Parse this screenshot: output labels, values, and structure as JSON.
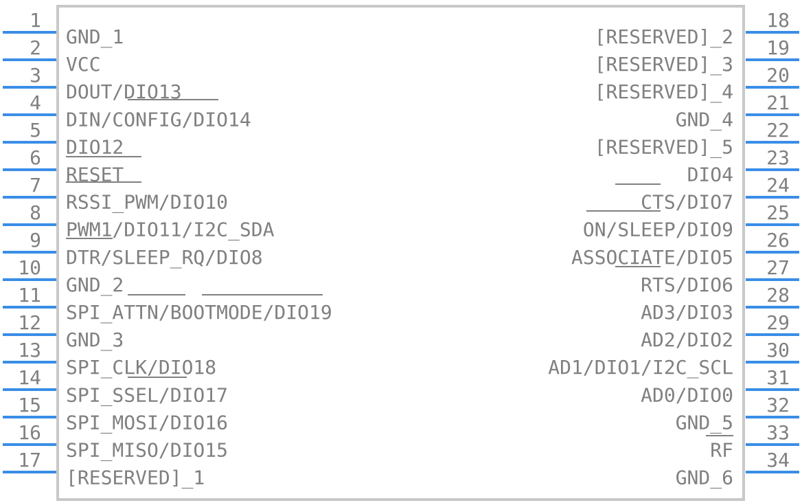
{
  "colors": {
    "pin": "#3a8ee6",
    "body_stroke": "#c8c8c8",
    "text": "#808080",
    "background": "#ffffff"
  },
  "left_pins": [
    {
      "number": "1",
      "label": "GND_1"
    },
    {
      "number": "2",
      "label": "VCC"
    },
    {
      "number": "3",
      "label": "DOUT/DIO13"
    },
    {
      "number": "4",
      "label": "DIN/CONFIG/DIO14"
    },
    {
      "number": "5",
      "label": "DIO12"
    },
    {
      "number": "6",
      "label": "RESET"
    },
    {
      "number": "7",
      "label": "RSSI_PWM/DIO10"
    },
    {
      "number": "8",
      "label": "PWM1/DIO11/I2C_SDA"
    },
    {
      "number": "9",
      "label": "DTR/SLEEP_RQ/DIO8"
    },
    {
      "number": "10",
      "label": "GND_2"
    },
    {
      "number": "11",
      "label": "SPI_ATTN/BOOTMODE/DIO19"
    },
    {
      "number": "12",
      "label": "GND_3"
    },
    {
      "number": "13",
      "label": "SPI_CLK/DIO18"
    },
    {
      "number": "14",
      "label": "SPI_SSEL/DIO17"
    },
    {
      "number": "15",
      "label": "SPI_MOSI/DIO16"
    },
    {
      "number": "16",
      "label": "SPI_MISO/DIO15"
    },
    {
      "number": "17",
      "label": "[RESERVED]_1"
    }
  ],
  "right_pins": [
    {
      "number": "18",
      "label": "[RESERVED]_2"
    },
    {
      "number": "19",
      "label": "[RESERVED]_3"
    },
    {
      "number": "20",
      "label": "[RESERVED]_4"
    },
    {
      "number": "21",
      "label": "GND_4"
    },
    {
      "number": "22",
      "label": "[RESERVED]_5"
    },
    {
      "number": "23",
      "label": "DIO4"
    },
    {
      "number": "24",
      "label": "CTS/DIO7"
    },
    {
      "number": "25",
      "label": "ON/SLEEP/DIO9"
    },
    {
      "number": "26",
      "label": "ASSOCIATE/DIO5"
    },
    {
      "number": "27",
      "label": "RTS/DIO6"
    },
    {
      "number": "28",
      "label": "AD3/DIO3"
    },
    {
      "number": "29",
      "label": "AD2/DIO2"
    },
    {
      "number": "30",
      "label": "AD1/DIO1/I2C_SCL"
    },
    {
      "number": "31",
      "label": "AD0/DIO0"
    },
    {
      "number": "32",
      "label": "GND_5"
    },
    {
      "number": "33",
      "label": "RF"
    },
    {
      "number": "34",
      "label": "GND_6"
    }
  ]
}
